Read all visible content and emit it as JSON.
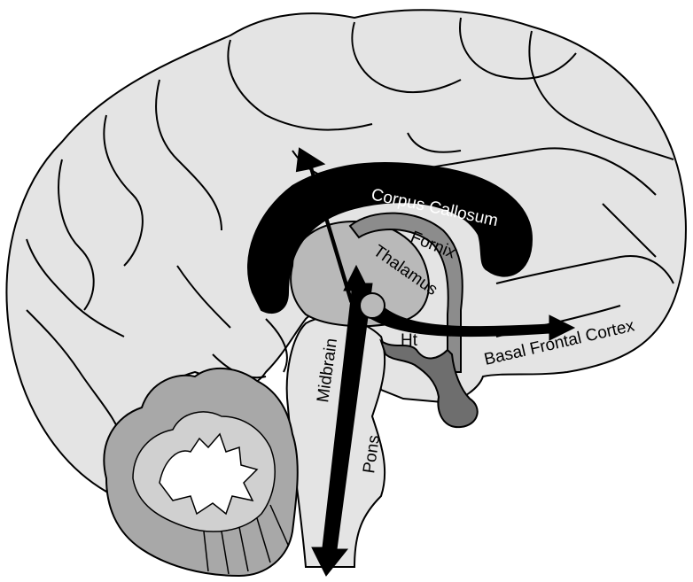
{
  "labels": {
    "corpus_callosum": "Corpus Callosum",
    "fornix": "Fornix",
    "thalamus": "Thalamus",
    "ht": "Ht",
    "basal_frontal_cortex": "Basal Frontal Cortex",
    "midbrain": "Midbrain",
    "pons": "Pons"
  },
  "colors": {
    "cortex_fill": "#e4e4e4",
    "outline": "#000000",
    "thalamus_fill": "#b9b9b9",
    "fornix_fill": "#8c8c8c",
    "pituitary_fill": "#6e6e6e",
    "cerebellum_outer": "#a8a8a8",
    "cerebellum_inner": "#d0d0d0",
    "cerebellum_white": "#ffffff",
    "pathway_fill": "#000000"
  }
}
